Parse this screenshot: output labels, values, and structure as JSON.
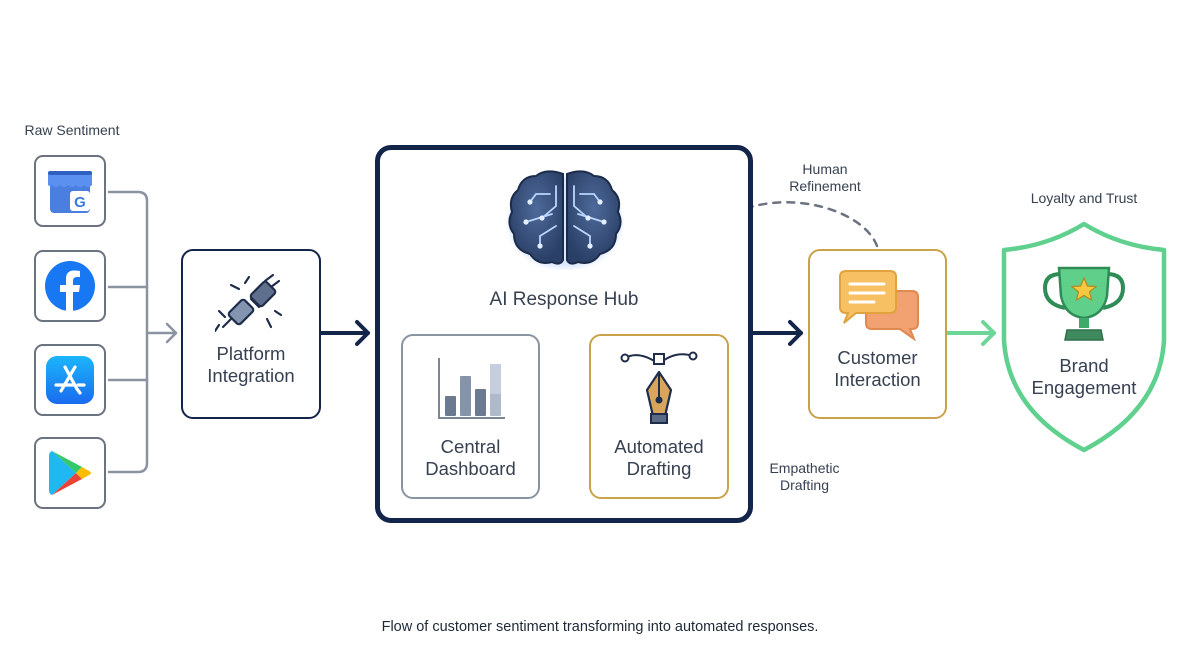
{
  "sources": {
    "label": "Raw Sentiment",
    "items": [
      {
        "name": "google-business",
        "icon": "google-store-icon"
      },
      {
        "name": "facebook",
        "icon": "facebook-icon"
      },
      {
        "name": "app-store",
        "icon": "app-store-icon"
      },
      {
        "name": "google-play",
        "icon": "google-play-icon"
      }
    ]
  },
  "platform": {
    "line1": "Platform",
    "line2": "Integration",
    "icon": "plug-icon"
  },
  "hub": {
    "title": "AI Response Hub",
    "icon": "brain-icon",
    "dashboard": {
      "line1": "Central",
      "line2": "Dashboard",
      "icon": "bar-chart-icon"
    },
    "drafting": {
      "line1": "Automated",
      "line2": "Drafting",
      "icon": "pen-tool-icon"
    }
  },
  "annotations": {
    "human_line1": "Human",
    "human_line2": "Refinement",
    "empathetic_line1": "Empathetic",
    "empathetic_line2": "Drafting"
  },
  "customer": {
    "line1": "Customer",
    "line2": "Interaction",
    "icon": "chat-bubbles-icon"
  },
  "brand": {
    "top_label": "Loyalty and Trust",
    "line1": "Brand",
    "line2": "Engagement",
    "icon": "trophy-icon"
  },
  "caption": "Flow of customer sentiment transforming into automated responses.",
  "colors": {
    "navy": "#14254a",
    "gray": "#6b7280",
    "gold": "#c9a24a",
    "green": "#5fd08e",
    "facebook": "#1877f2",
    "appstore": "#1a8cf0"
  }
}
